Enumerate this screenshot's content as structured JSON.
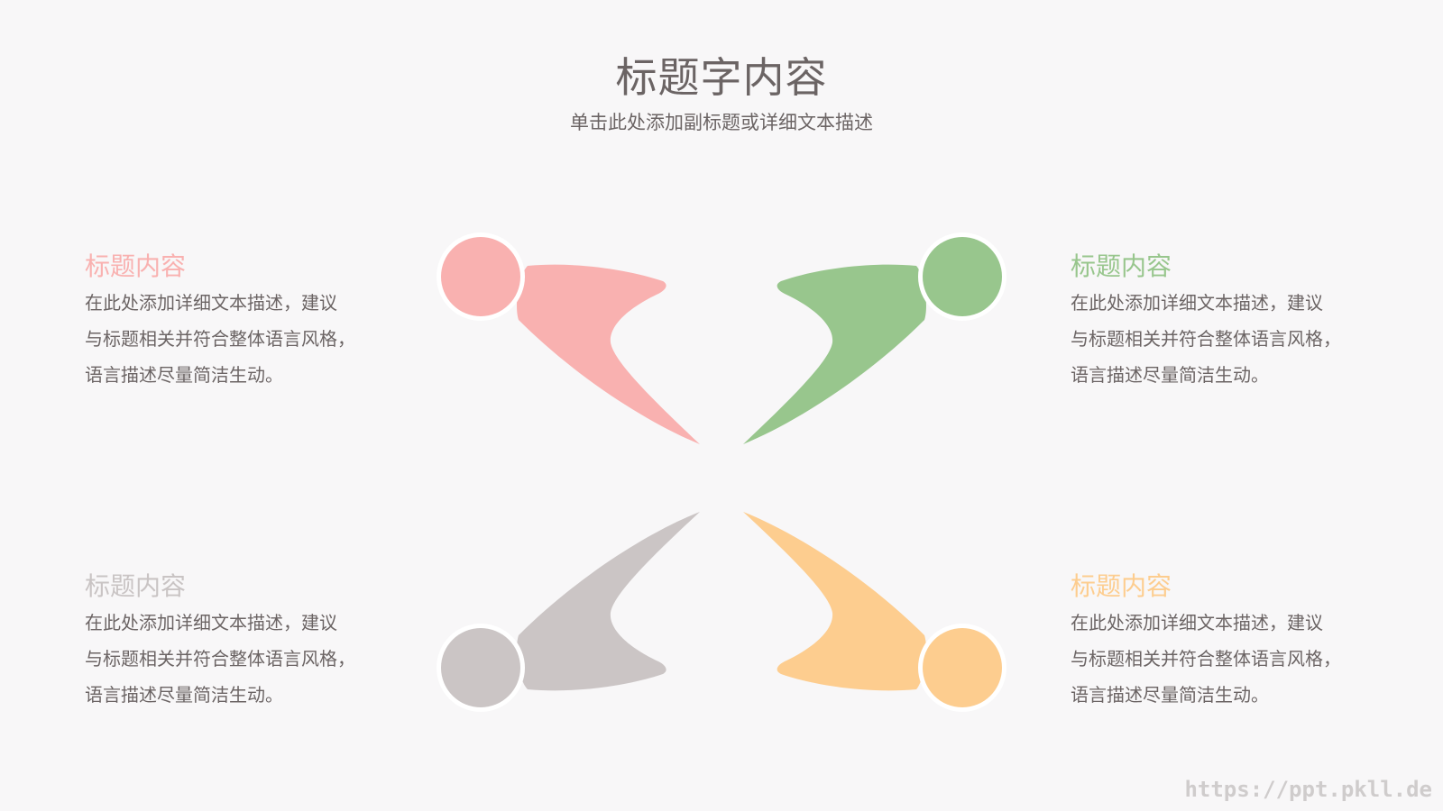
{
  "header": {
    "title": "标题字内容",
    "subtitle": "单击此处添加副标题或详细文本描述"
  },
  "blocks": [
    {
      "position": "top-left",
      "title": "标题内容",
      "color": "#f9b1b0",
      "lines": [
        "在此处添加详细文本描述，建议",
        "与标题相关并符合整体语言风格，",
        "语言描述尽量简洁生动。"
      ]
    },
    {
      "position": "top-right",
      "title": "标题内容",
      "color": "#98c68d",
      "lines": [
        "在此处添加详细文本描述，建议",
        "与标题相关并符合整体语言风格，",
        "语言描述尽量简洁生动。"
      ]
    },
    {
      "position": "bottom-left",
      "title": "标题内容",
      "color": "#c9c4c4",
      "lines": [
        "在此处添加详细文本描述，建议",
        "与标题相关并符合整体语言风格，",
        "语言描述尽量简洁生动。"
      ]
    },
    {
      "position": "bottom-right",
      "title": "标题内容",
      "color": "#fdcd8f",
      "lines": [
        "在此处添加详细文本描述，建议",
        "与标题相关并符合整体语言风格，",
        "语言描述尽量简洁生动。"
      ]
    }
  ],
  "graphic": {
    "shape": "four-figure-swoosh",
    "colors": {
      "pink": "#f9b1b0",
      "green": "#98c68d",
      "gray": "#cbc5c5",
      "orange": "#fdcd8f"
    }
  },
  "watermark": "https://ppt.pkll.de"
}
